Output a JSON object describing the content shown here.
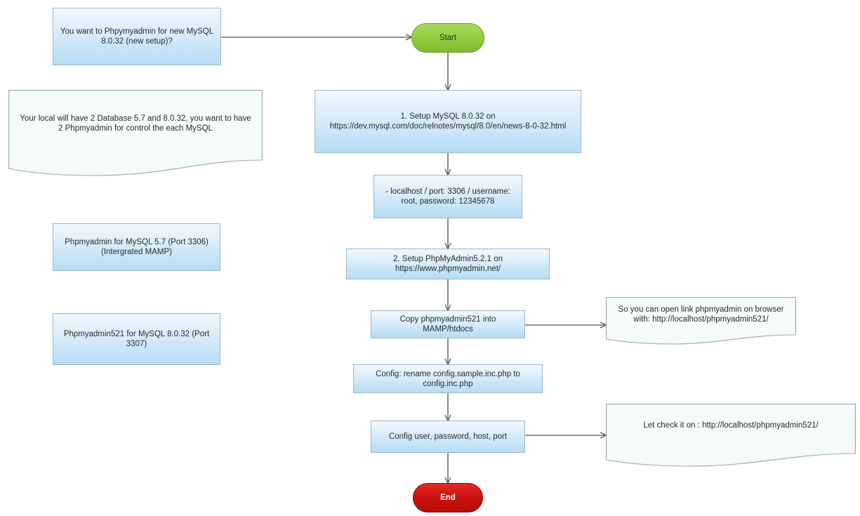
{
  "diagram": {
    "title": "PhpMyAdmin for MySQL 8.0.32 setup flowchart",
    "colors": {
      "process_fill_top": "#f2f9fd",
      "process_fill_bottom": "#b6dcf5",
      "process_border": "#9bb7c9",
      "start_fill": "#96cd45",
      "start_border": "#6b9c2f",
      "end_fill": "#cf1411",
      "end_border": "#8e0b0b",
      "note_fill": "#f4fbfa",
      "note_border": "#9aa6a6",
      "connector": "#6e6e6e",
      "text": "#2b2b2b"
    }
  },
  "nodes": {
    "question_note": {
      "label": "You want to Phpymyadmin for new MySQL 8.0.32 (new setup)?",
      "shape": "process"
    },
    "start": {
      "label": "Start",
      "shape": "terminator"
    },
    "local_db_note": {
      "label": "Your local will have 2 Database 5.7 and 8.0.32, you want to have 2 Phpmyadmin for control the each MySQL",
      "shape": "document"
    },
    "setup_mysql": {
      "label": "1. Setup MySQL 8.0.32 on https://dev.mysql.com/doc/relnotes/mysql/8.0/en/news-8-0-32.html",
      "shape": "process"
    },
    "credentials": {
      "label": "- localhost / port: 3306 / username: root, password: 12345678",
      "shape": "process"
    },
    "pma_57_note": {
      "label": "Phpmyadmin for MySQL 5.7 (Port 3306) (Intergrated MAMP)",
      "shape": "process"
    },
    "setup_phpmyadmin": {
      "label": "2. Setup PhpMyAdmin5.2.1 on https://www.phpmyadmin.net/",
      "shape": "process"
    },
    "copy_to_htdocs": {
      "label": "Copy phpmyadmin521 into MAMP/htdocs",
      "shape": "process"
    },
    "open_link_note": {
      "label": "So you can open link phpmyadmin on browser with: http://localhost/phpmyadmin521/",
      "shape": "document"
    },
    "pma_521_note": {
      "label": "Phpmyadmin521 for MySQL 8.0.32 (Port 3307)",
      "shape": "process"
    },
    "rename_config": {
      "label": "Config: rename config.sample.inc.php to config.inc.php",
      "shape": "process"
    },
    "config_user": {
      "label": "Config user, password, host, port",
      "shape": "process"
    },
    "check_it_note": {
      "label": "Let check it on : http://localhost/phpmyadmin521/",
      "shape": "document"
    },
    "end": {
      "label": "End",
      "shape": "terminator"
    }
  },
  "edges": [
    {
      "from": "question_note",
      "to": "start",
      "direction": "right"
    },
    {
      "from": "start",
      "to": "setup_mysql",
      "direction": "down"
    },
    {
      "from": "setup_mysql",
      "to": "credentials",
      "direction": "down"
    },
    {
      "from": "credentials",
      "to": "setup_phpmyadmin",
      "direction": "down"
    },
    {
      "from": "setup_phpmyadmin",
      "to": "copy_to_htdocs",
      "direction": "down"
    },
    {
      "from": "copy_to_htdocs",
      "to": "open_link_note",
      "direction": "right"
    },
    {
      "from": "copy_to_htdocs",
      "to": "rename_config",
      "direction": "down"
    },
    {
      "from": "rename_config",
      "to": "config_user",
      "direction": "down"
    },
    {
      "from": "config_user",
      "to": "check_it_note",
      "direction": "right"
    },
    {
      "from": "config_user",
      "to": "end",
      "direction": "down"
    }
  ]
}
